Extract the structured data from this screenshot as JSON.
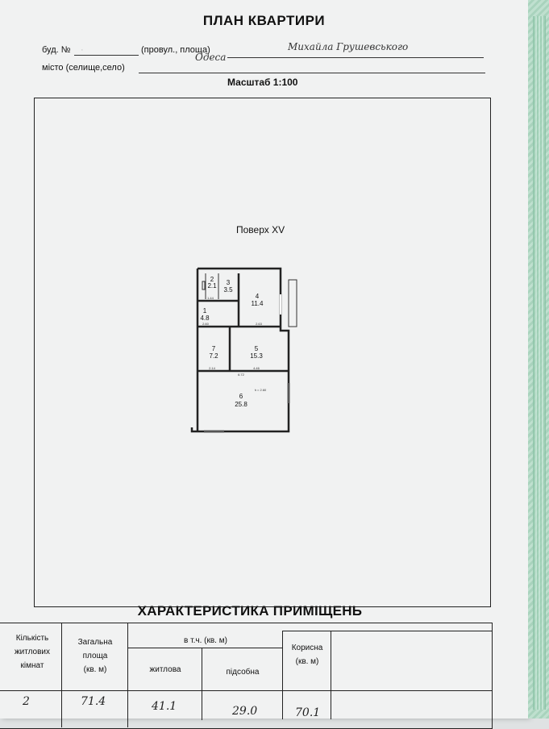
{
  "doc": {
    "title": "ПЛАН КВАРТИРИ",
    "building_label": "буд. №",
    "building_number": "·",
    "street_label": "(провул., площа)",
    "street_value": "Михайла Грушевського",
    "city_label": "місто (селище,село)",
    "city_value": "Одеса",
    "scale": "Масштаб 1:100",
    "floor": "Поверх XV"
  },
  "rooms": [
    {
      "num": "1",
      "area": "4.8"
    },
    {
      "num": "2",
      "area": "2.1"
    },
    {
      "num": "3",
      "area": "3.5"
    },
    {
      "num": "4",
      "area": "11.4"
    },
    {
      "num": "5",
      "area": "15.3"
    },
    {
      "num": "6",
      "area": "25.8"
    },
    {
      "num": "7",
      "area": "7.2"
    }
  ],
  "dims": {
    "d1": "2.60",
    "d2": "2.63",
    "d3": "2.14",
    "d4": "4.46",
    "d5": "6.72",
    "d6": "1.44",
    "d7": "h = 2.60"
  },
  "table": {
    "title": "ХАРАКТЕРИСТИКА ПРИМІЩЕНЬ",
    "col_rooms_1": "Кількість",
    "col_rooms_2": "житлових",
    "col_rooms_3": "кімнат",
    "col_total_1": "Загальна",
    "col_total_2": "площа",
    "col_total_3": "(кв. м)",
    "col_incl": "в т.ч. (кв. м)",
    "col_living": "житлова",
    "col_aux": "підсобна",
    "col_useful_1": "Корисна",
    "col_useful_2": "(кв. м)",
    "val_rooms": "2",
    "val_total": "71.4",
    "val_living": "41.1",
    "val_aux": "29.0",
    "val_useful": "70.1"
  }
}
